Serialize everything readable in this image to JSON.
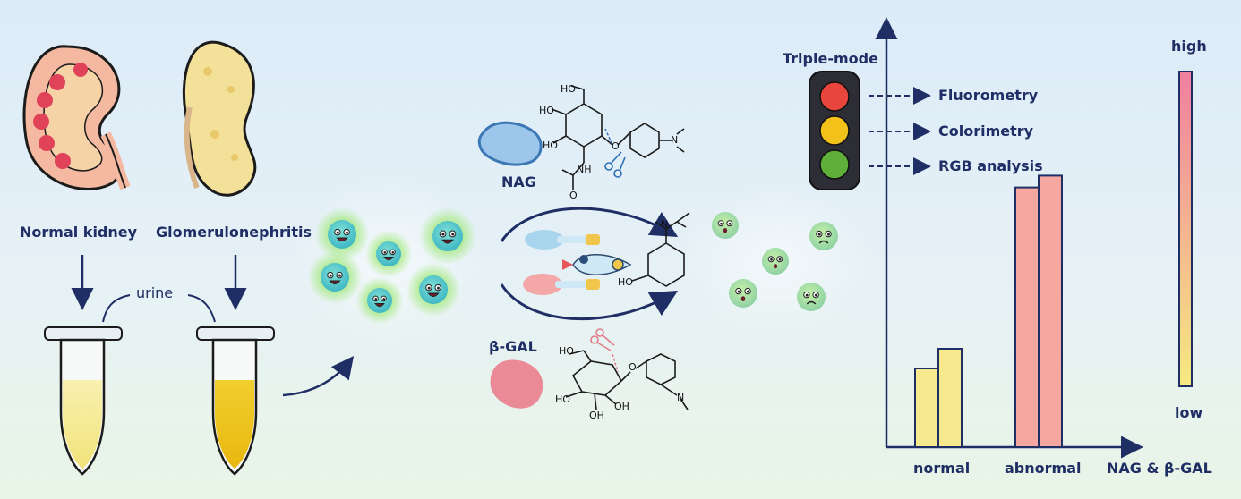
{
  "samples": {
    "normal_label": "Normal kidney",
    "disease_label": "Glomerulonephritis",
    "urine_label": "urine"
  },
  "enzymes": {
    "nag_label": "NAG",
    "gal_label": "β-GAL"
  },
  "readout": {
    "title": "Triple-mode",
    "modes": [
      "Fluorometry",
      "Colorimetry",
      "RGB analysis"
    ],
    "light_colors": [
      "#e8463c",
      "#f3c21a",
      "#5fae3a"
    ]
  },
  "chart_data": {
    "type": "bar",
    "categories": [
      "normal",
      "abnormal"
    ],
    "values_approx": [
      [
        0.2,
        0.25
      ],
      [
        0.66,
        0.69
      ]
    ],
    "xlabel": "NAG & β-GAL",
    "colorbar": {
      "top_label": "high",
      "bottom_label": "low",
      "colors": [
        "#f07fa0",
        "#f6ea80"
      ]
    }
  },
  "colors": {
    "text": "#1f2f66",
    "yellow_bar": "#f7ea8e",
    "red_bar": "#f6a8a0",
    "glow_green": "#7be35a",
    "dot_blue": "#5ec9cf"
  },
  "chem": {
    "ho": "HO",
    "oh": "OH",
    "nh": "NH",
    "o": "O",
    "n": "N"
  }
}
